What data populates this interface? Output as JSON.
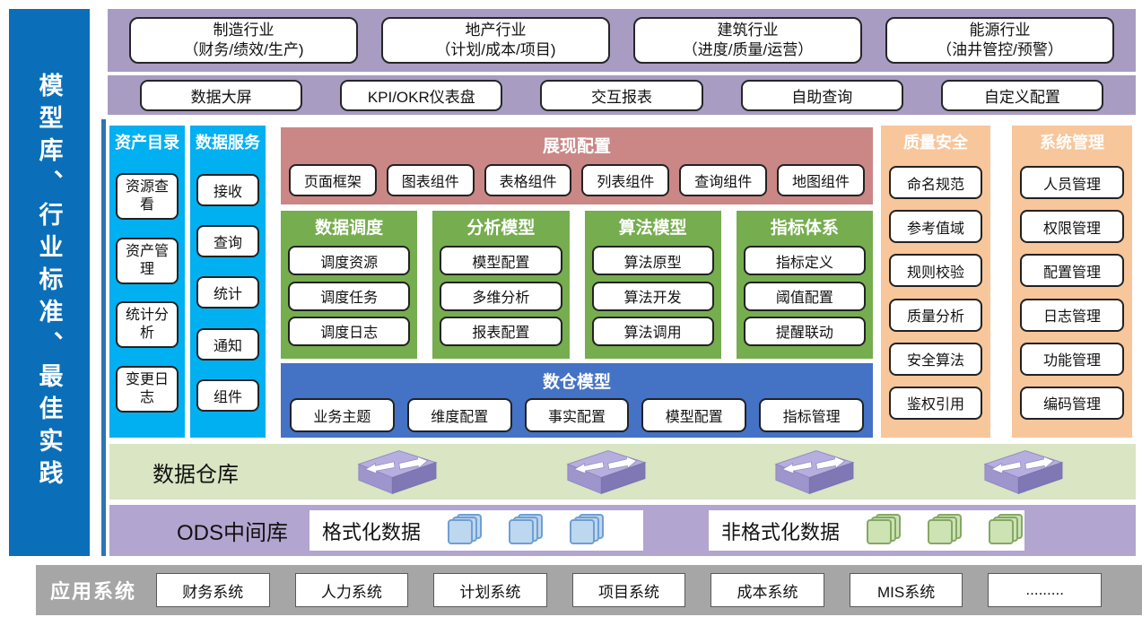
{
  "left_bar": {
    "text": "模型库、行业标准、最佳实践"
  },
  "industries": {
    "items": [
      {
        "line1": "制造行业",
        "line2": "（财务/绩效/生产)"
      },
      {
        "line1": "地产行业",
        "line2": "（计划/成本/项目)"
      },
      {
        "line1": "建筑行业",
        "line2": "（进度/质量/运营）"
      },
      {
        "line1": "能源行业",
        "line2": "（油井管控/预警）"
      }
    ]
  },
  "display_layer": {
    "items": [
      "数据大屏",
      "KPI/OKR仪表盘",
      "交互报表",
      "自助查询",
      "自定义配置"
    ]
  },
  "asset_catalog": {
    "title": "资产目录",
    "items": [
      "资源查看",
      "资产管理",
      "统计分析",
      "变更日志"
    ]
  },
  "data_service": {
    "title": "数据服务",
    "items": [
      "接收",
      "查询",
      "统计",
      "通知",
      "组件"
    ]
  },
  "presentation": {
    "title": "展现配置",
    "items": [
      "页面框架",
      "图表组件",
      "表格组件",
      "列表组件",
      "查询组件",
      "地图组件"
    ]
  },
  "green_groups": [
    {
      "title": "数据调度",
      "items": [
        "调度资源",
        "调度任务",
        "调度日志"
      ]
    },
    {
      "title": "分析模型",
      "items": [
        "模型配置",
        "多维分析",
        "报表配置"
      ]
    },
    {
      "title": "算法模型",
      "items": [
        "算法原型",
        "算法开发",
        "算法调用"
      ]
    },
    {
      "title": "指标体系",
      "items": [
        "指标定义",
        "阈值配置",
        "提醒联动"
      ]
    }
  ],
  "warehouse_model": {
    "title": "数仓模型",
    "items": [
      "业务主题",
      "维度配置",
      "事实配置",
      "模型配置",
      "指标管理"
    ]
  },
  "quality_security": {
    "title": "质量安全",
    "items": [
      "命名规范",
      "参考值域",
      "规则校验",
      "质量分析",
      "安全算法",
      "鉴权引用"
    ]
  },
  "system_mgmt": {
    "title": "系统管理",
    "items": [
      "人员管理",
      "权限管理",
      "配置管理",
      "日志管理",
      "功能管理",
      "编码管理"
    ]
  },
  "data_warehouse": {
    "label": "数据仓库",
    "icon": "network-switch-3d",
    "icon_count": 4
  },
  "ods": {
    "label": "ODS中间库",
    "formatted_label": "格式化数据",
    "unformatted_label": "非格式化数据",
    "icon": "stacked-documents"
  },
  "app_systems": {
    "label": "应用系统",
    "items": [
      "财务系统",
      "人力系统",
      "计划系统",
      "项目系统",
      "成本系统",
      "MIS系统",
      "........."
    ]
  },
  "colors": {
    "left_bar_blue": "#0a6fb8",
    "band_purple": "#a89cc3",
    "cyan": "#00b0f0",
    "pink": "#ca8786",
    "green": "#76ad4f",
    "dark_blue": "#4472c4",
    "orange": "#f8c69b",
    "warehouse_row_green": "#d9e5c3",
    "ods_row_purple": "#b2a5cf",
    "app_row_gray": "#a6a6a6",
    "doc_blue": "#bdd7ee",
    "doc_green": "#cde3b3",
    "switch_purple": "#9d95cc"
  }
}
